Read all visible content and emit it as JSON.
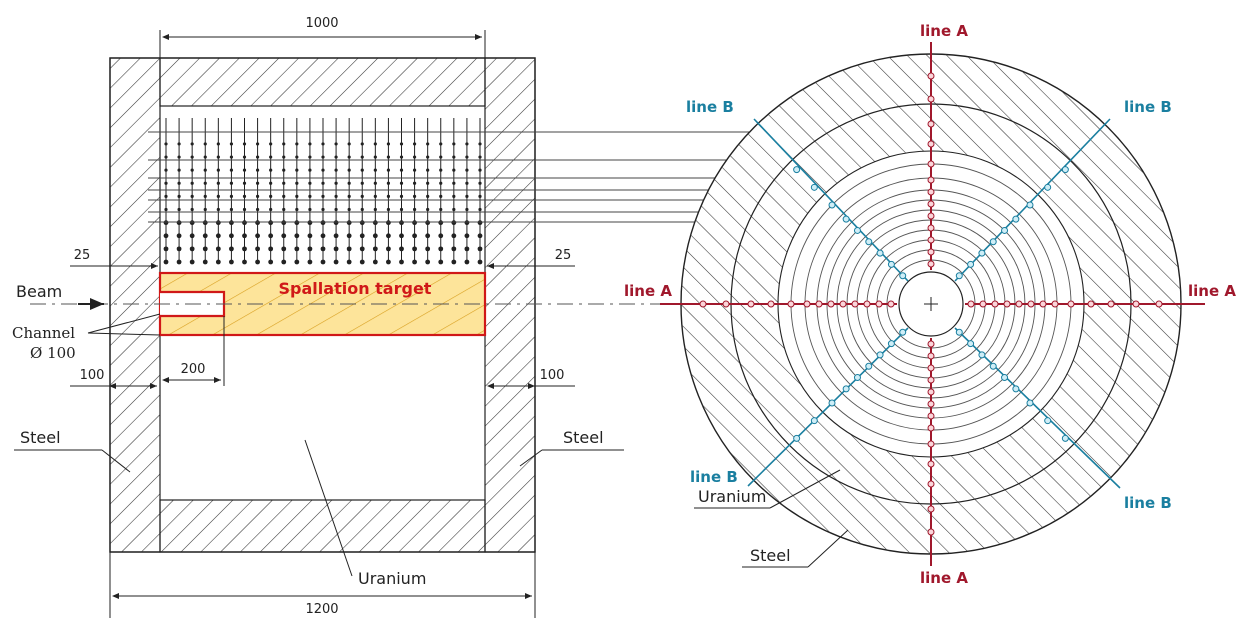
{
  "colors": {
    "lineA": "#a0182c",
    "lineB": "#1a7fa0",
    "target_outline": "#d01818",
    "target_fill": "#fde49a",
    "hatch": "#333333"
  },
  "left_view": {
    "dim_top": "1000",
    "dim_bottom": "1200",
    "dim_left_gap": "25",
    "dim_right_gap": "25",
    "dim_left_wall": "100",
    "dim_right_wall": "100",
    "dim_channel_len": "200",
    "beam_label": "Beam",
    "channel_label": "Channel",
    "channel_diameter": "Ø 100",
    "target_label": "Spallation target",
    "steel_left": "Steel",
    "steel_right": "Steel",
    "uranium_label": "Uranium"
  },
  "right_view": {
    "line_a_top": "line A",
    "line_a_left": "line A",
    "line_a_right": "line A",
    "line_a_bottom": "line A",
    "line_b_top_left": "line B",
    "line_b_top_right": "line B",
    "line_b_bottom_left": "line B",
    "line_b_bottom_right": "line B",
    "uranium_label": "Uranium",
    "steel_label": "Steel"
  }
}
